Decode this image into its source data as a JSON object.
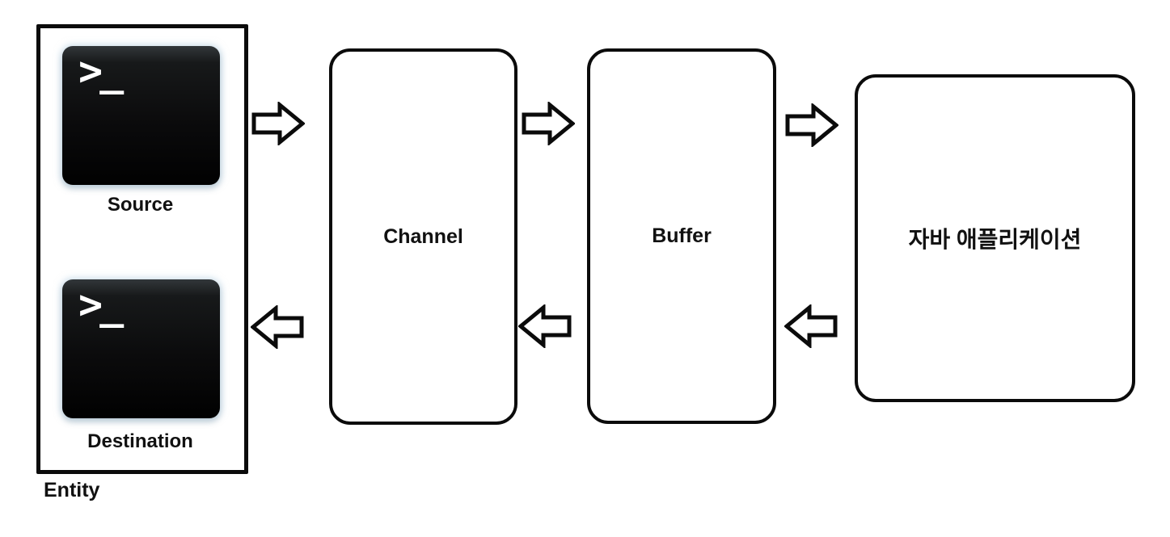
{
  "diagram": {
    "entity": {
      "label": "Entity",
      "items": [
        {
          "id": "source",
          "label": "Source",
          "icon": "terminal-icon",
          "prompt": ">_"
        },
        {
          "id": "destination",
          "label": "Destination",
          "icon": "terminal-icon",
          "prompt": ">_"
        }
      ]
    },
    "nodes": [
      {
        "id": "channel",
        "label": "Channel"
      },
      {
        "id": "buffer",
        "label": "Buffer"
      },
      {
        "id": "java-application",
        "label": "자바 애플리케이션"
      }
    ],
    "flows": [
      {
        "from": "entity",
        "to": "channel",
        "direction": "right"
      },
      {
        "from": "channel",
        "to": "buffer",
        "direction": "right"
      },
      {
        "from": "buffer",
        "to": "java-application",
        "direction": "right"
      },
      {
        "from": "java-application",
        "to": "buffer",
        "direction": "left"
      },
      {
        "from": "buffer",
        "to": "channel",
        "direction": "left"
      },
      {
        "from": "channel",
        "to": "entity",
        "direction": "left"
      }
    ],
    "colors": {
      "background": "#ffffff",
      "box_border": "#0b0b0b",
      "box_fill": "#ffffff",
      "text": "#111111",
      "terminal_top": "#32373a",
      "terminal_bottom": "#010101",
      "terminal_prompt": "#ffffff",
      "arrow_outline": "#0b0b0b",
      "arrow_fill": "#ffffff"
    }
  }
}
